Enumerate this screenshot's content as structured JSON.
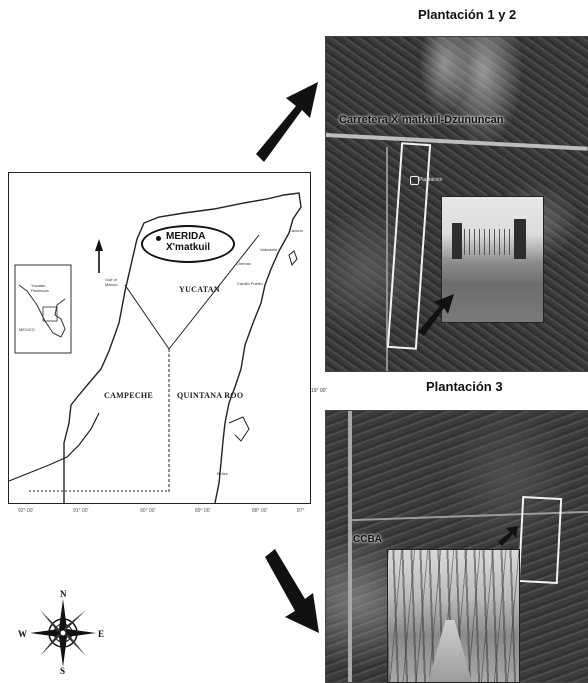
{
  "titles": {
    "plantacion_1_2": "Plantación 1 y 2",
    "plantacion_3": "Plantación 3"
  },
  "main_map": {
    "merida": "MERIDA",
    "xmatkuil": "X'matkuil",
    "states": [
      "YUCATAN",
      "CAMPECHE",
      "QUINTANA ROO"
    ],
    "small_labels": {
      "cancun": "Cancun",
      "gulf": "Gulf of Mexico",
      "belize": "Belize",
      "inset_yucatan": "Yucatan Peninsula",
      "inset_mexico": "MEXICO",
      "chemax": "Chemax",
      "valladolid": "Valladolid",
      "carrillo": "Carrillo Puerto"
    },
    "longitudes": [
      "92° 00'",
      "91° 00'",
      "90° 00'",
      "89° 00'",
      "88° 00'",
      "87°"
    ],
    "latitude_label": "19° 00'"
  },
  "sat1": {
    "road_label": "Carretera X´matkuil-Dzununcan",
    "place_label": "Plantación"
  },
  "sat2": {
    "label": "CCBA"
  },
  "compass": {
    "n": "N",
    "s": "S",
    "e": "E",
    "w": "W"
  },
  "colors": {
    "arrow": "#111111",
    "outline": "#f2f2f2",
    "satellite_dark": "#3b3b3b"
  }
}
